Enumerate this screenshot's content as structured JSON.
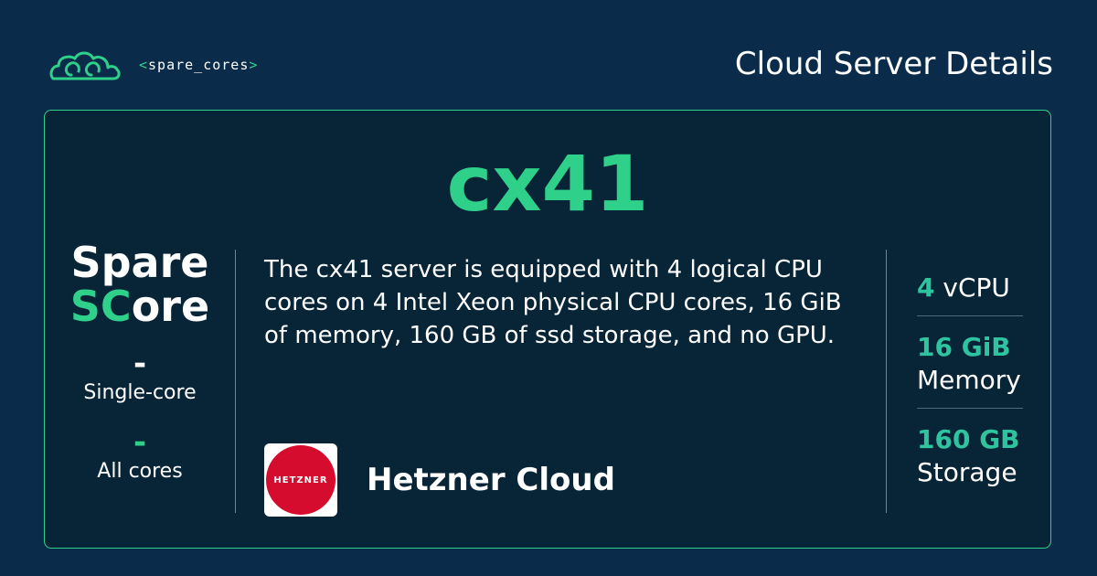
{
  "header": {
    "logo_text": "spare_cores",
    "logo_bracket_open": "<",
    "logo_bracket_close": ">",
    "title": "Cloud Server Details"
  },
  "server": {
    "name": "cx41",
    "description": "The cx41 server is equipped with 4 logical CPU cores on 4 Intel Xeon physical CPU cores, 16 GiB of memory, 160 GB of ssd storage, and no GPU."
  },
  "score": {
    "brand_line1": "Spare",
    "brand_accent": "SC",
    "brand_rest": "ore",
    "single_core_value": "-",
    "single_core_label": "Single-core",
    "all_cores_value": "-",
    "all_cores_label": "All cores"
  },
  "vendor": {
    "logo_text": "HETZNER",
    "name": "Hetzner Cloud"
  },
  "specs": [
    {
      "value": "4",
      "unit": "vCPU"
    },
    {
      "value": "16 GiB",
      "unit": "Memory"
    },
    {
      "value": "160 GB",
      "unit": "Storage"
    }
  ],
  "colors": {
    "background": "#0a2c4a",
    "accent": "#2ed08a",
    "vendor_red": "#d50c2d"
  }
}
